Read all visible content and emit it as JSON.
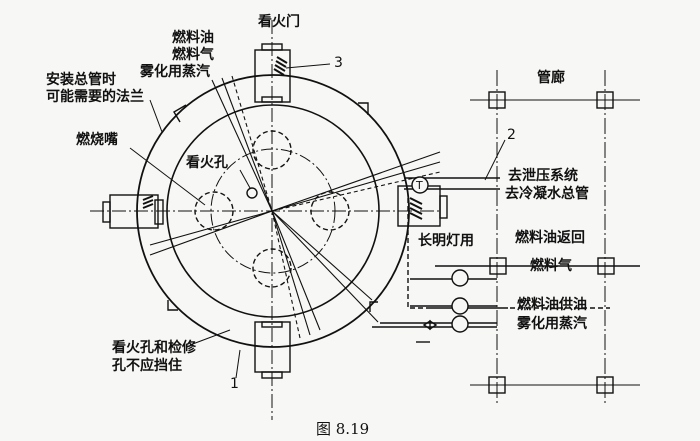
{
  "labels": {
    "sight_door": "看火门",
    "fuel_oil_top": "燃料油",
    "fuel_gas_top": "燃料气",
    "atomizing_steam_top": "雾化用蒸汽",
    "callout_3": "3",
    "flange_line1": "安装总管时",
    "flange_line2": "可能需要的法兰",
    "burner": "燃烧嘴",
    "sight_hole": "看火孔",
    "pipe_rack": "管廊",
    "callout_2": "2",
    "to_relief": "去泄压系统",
    "to_condensate": "去冷凝水总管",
    "trap": "T",
    "pilot": "长明灯用",
    "fuel_oil_return": "燃料油返回",
    "fuel_gas_right": "燃料气",
    "fuel_oil_supply": "燃料油供油",
    "atomizing_steam_right": "雾化用蒸汽",
    "note_line1": "看火孔和检修",
    "note_line2": "孔不应挡住",
    "callout_1": "1"
  },
  "caption": "图 8.19"
}
